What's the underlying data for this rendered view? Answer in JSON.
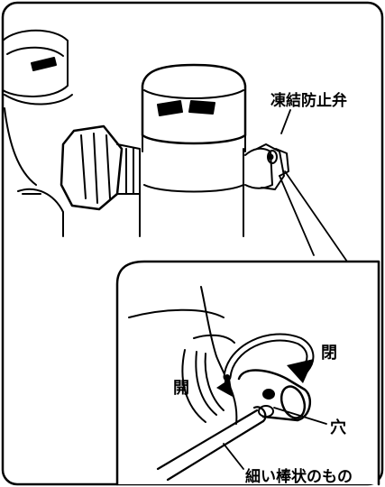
{
  "labels": {
    "antifreeze_valve": "凍結防止弁",
    "close": "閉",
    "open": "開",
    "hole": "穴",
    "thin_rod": "細い棒状のもの"
  },
  "colors": {
    "line": "#000000",
    "background": "#ffffff"
  }
}
